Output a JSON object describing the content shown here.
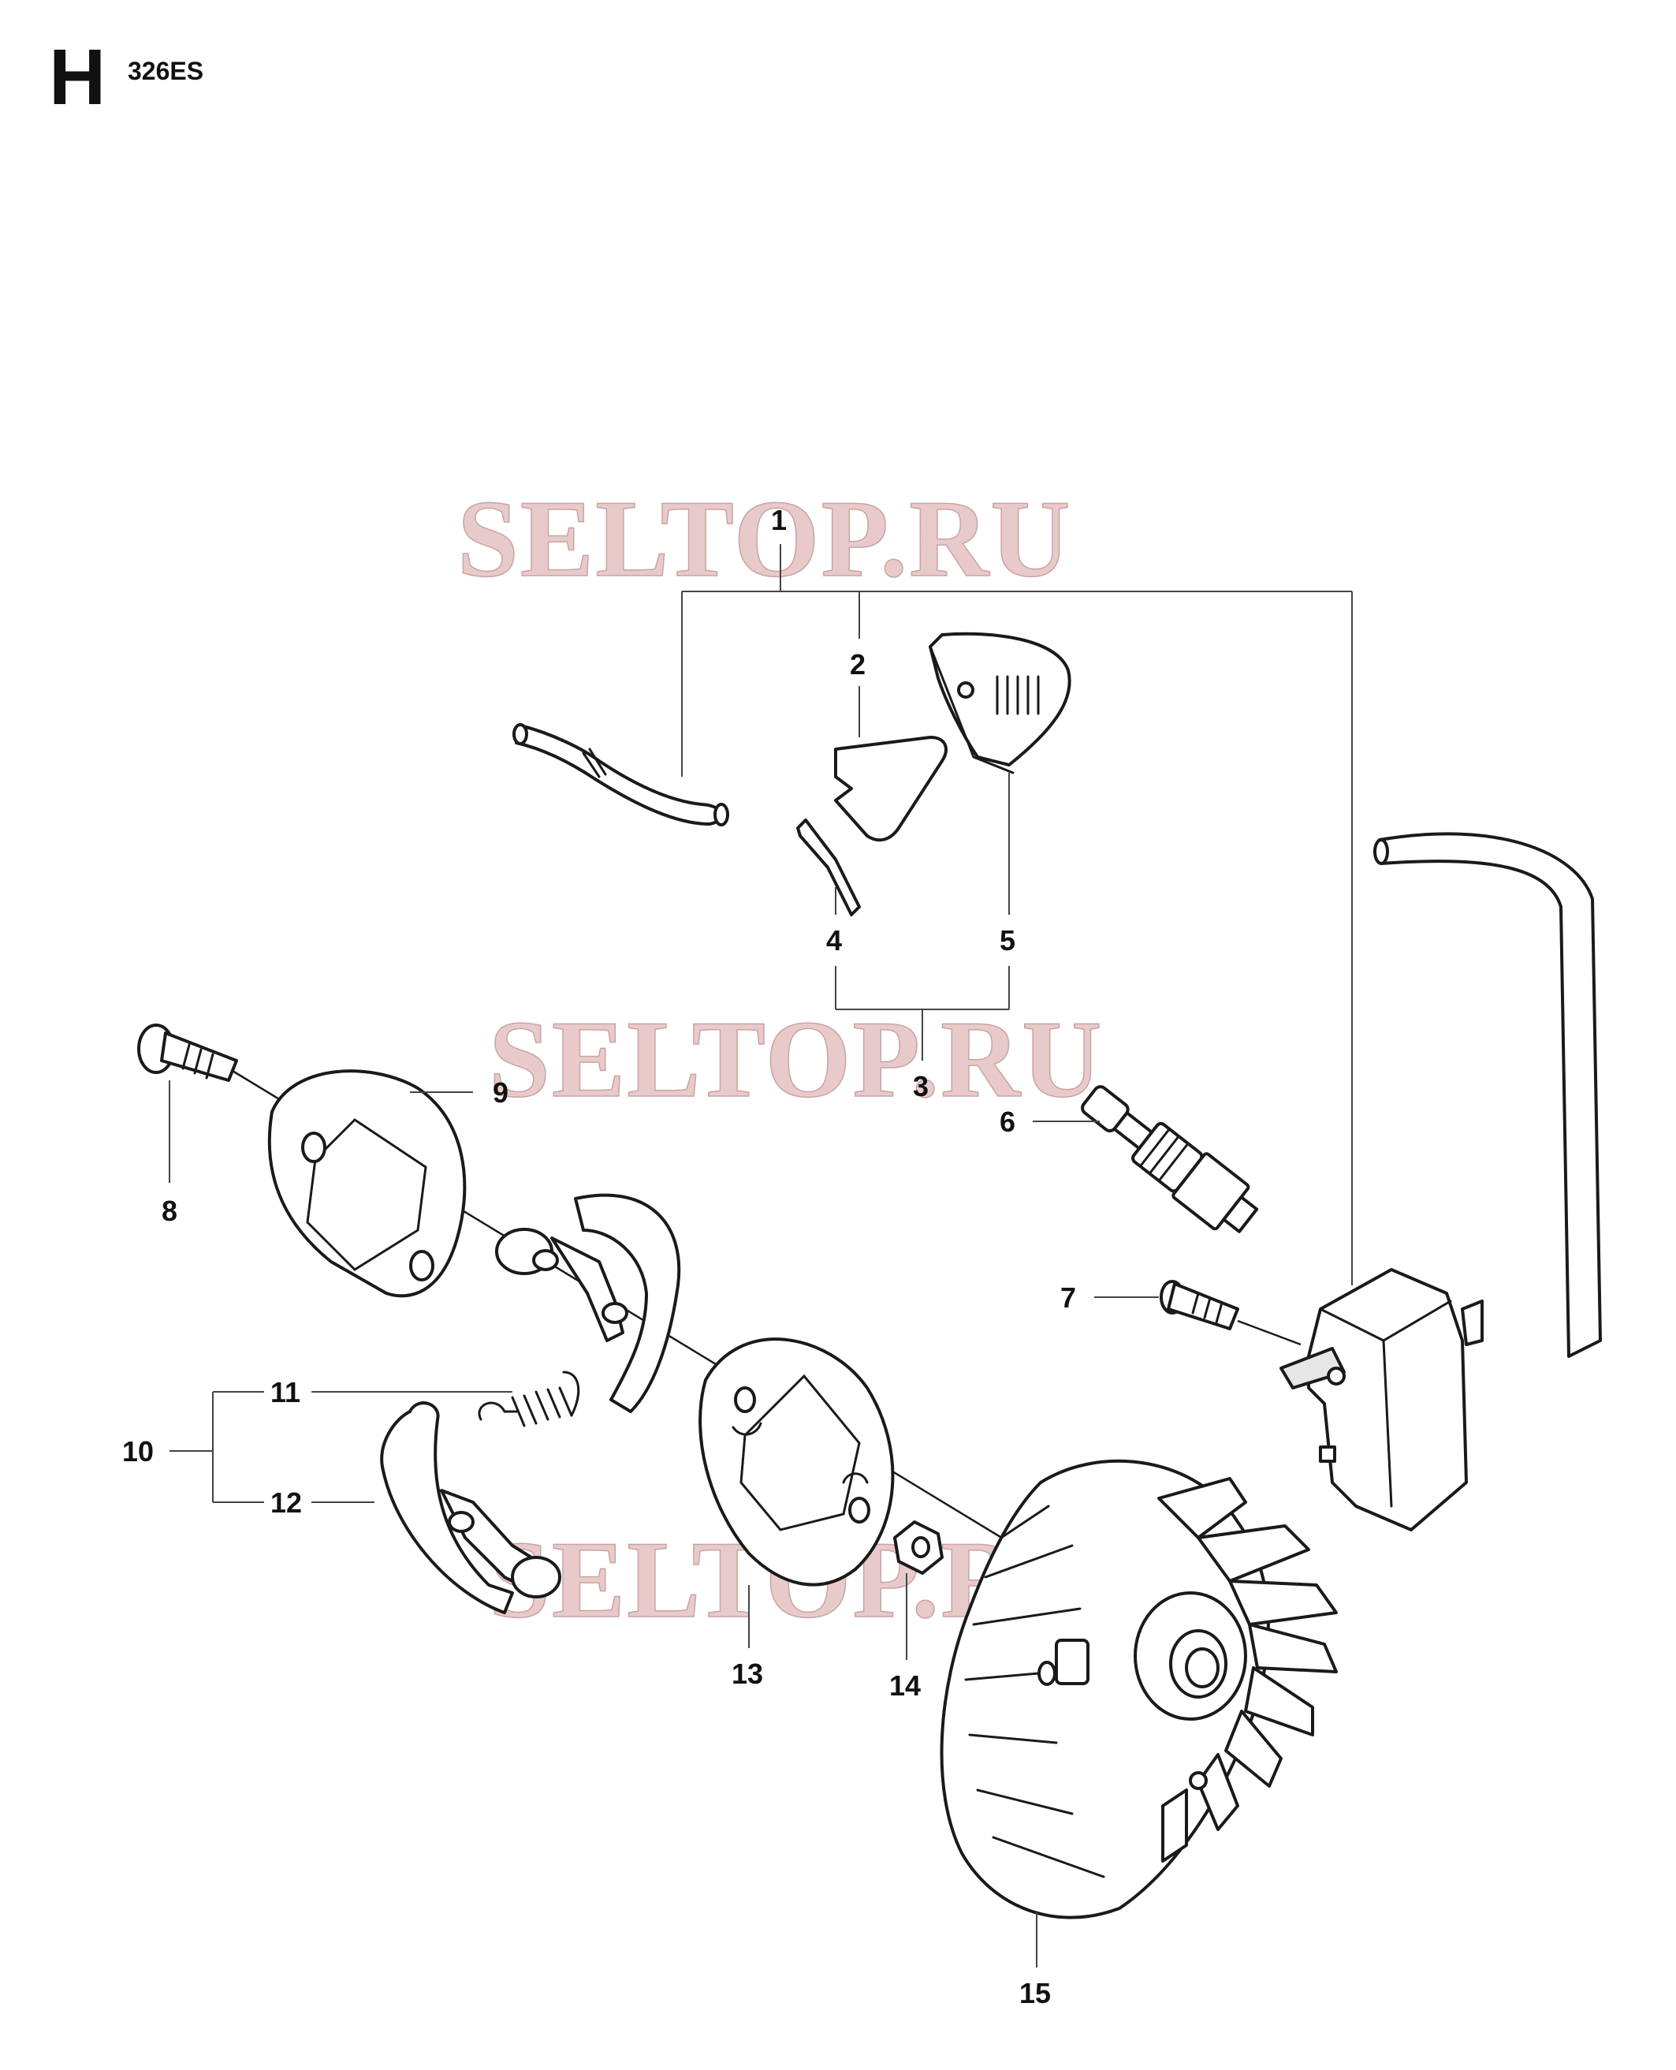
{
  "header": {
    "section_letter": "H",
    "model": "326ES"
  },
  "watermark": "SELTOP.RU",
  "callouts": {
    "c1": "1",
    "c2": "2",
    "c3": "3",
    "c4": "4",
    "c5": "5",
    "c6": "6",
    "c7": "7",
    "c8": "8",
    "c9": "9",
    "c10": "10",
    "c11": "11",
    "c12": "12",
    "c13": "13",
    "c14": "14",
    "c15": "15"
  }
}
